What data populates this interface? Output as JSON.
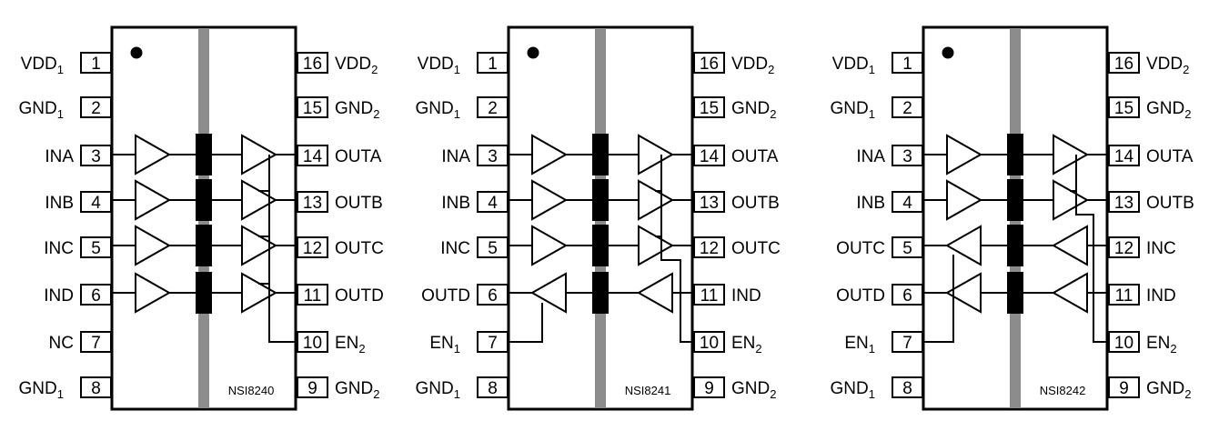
{
  "colors": {
    "isolation_barrier": "#8c8c8c",
    "line": "#000000",
    "background": "#ffffff"
  },
  "chips": [
    {
      "part": "NSI8240",
      "pins_left": [
        {
          "num": "1",
          "label": "VDD",
          "sub": "1"
        },
        {
          "num": "2",
          "label": "GND",
          "sub": "1"
        },
        {
          "num": "3",
          "label": "INA",
          "sub": ""
        },
        {
          "num": "4",
          "label": "INB",
          "sub": ""
        },
        {
          "num": "5",
          "label": "INC",
          "sub": ""
        },
        {
          "num": "6",
          "label": "IND",
          "sub": ""
        },
        {
          "num": "7",
          "label": "NC",
          "sub": ""
        },
        {
          "num": "8",
          "label": "GND",
          "sub": "1"
        }
      ],
      "pins_right": [
        {
          "num": "16",
          "label": "VDD",
          "sub": "2"
        },
        {
          "num": "15",
          "label": "GND",
          "sub": "2"
        },
        {
          "num": "14",
          "label": "OUTA",
          "sub": ""
        },
        {
          "num": "13",
          "label": "OUTB",
          "sub": ""
        },
        {
          "num": "12",
          "label": "OUTC",
          "sub": ""
        },
        {
          "num": "11",
          "label": "OUTD",
          "sub": ""
        },
        {
          "num": "10",
          "label": "EN",
          "sub": "2"
        },
        {
          "num": "9",
          "label": "GND",
          "sub": "2"
        }
      ],
      "channels": [
        "fwd",
        "fwd",
        "fwd",
        "fwd"
      ]
    },
    {
      "part": "NSI8241",
      "pins_left": [
        {
          "num": "1",
          "label": "VDD",
          "sub": "1"
        },
        {
          "num": "2",
          "label": "GND",
          "sub": "1"
        },
        {
          "num": "3",
          "label": "INA",
          "sub": ""
        },
        {
          "num": "4",
          "label": "INB",
          "sub": ""
        },
        {
          "num": "5",
          "label": "INC",
          "sub": ""
        },
        {
          "num": "6",
          "label": "OUTD",
          "sub": ""
        },
        {
          "num": "7",
          "label": "EN",
          "sub": "1"
        },
        {
          "num": "8",
          "label": "GND",
          "sub": "1"
        }
      ],
      "pins_right": [
        {
          "num": "16",
          "label": "VDD",
          "sub": "2"
        },
        {
          "num": "15",
          "label": "GND",
          "sub": "2"
        },
        {
          "num": "14",
          "label": "OUTA",
          "sub": ""
        },
        {
          "num": "13",
          "label": "OUTB",
          "sub": ""
        },
        {
          "num": "12",
          "label": "OUTC",
          "sub": ""
        },
        {
          "num": "11",
          "label": "IND",
          "sub": ""
        },
        {
          "num": "10",
          "label": "EN",
          "sub": "2"
        },
        {
          "num": "9",
          "label": "GND",
          "sub": "2"
        }
      ],
      "channels": [
        "fwd",
        "fwd",
        "fwd",
        "rev"
      ]
    },
    {
      "part": "NSI8242",
      "pins_left": [
        {
          "num": "1",
          "label": "VDD",
          "sub": "1"
        },
        {
          "num": "2",
          "label": "GND",
          "sub": "1"
        },
        {
          "num": "3",
          "label": "INA",
          "sub": ""
        },
        {
          "num": "4",
          "label": "INB",
          "sub": ""
        },
        {
          "num": "5",
          "label": "OUTC",
          "sub": ""
        },
        {
          "num": "6",
          "label": "OUTD",
          "sub": ""
        },
        {
          "num": "7",
          "label": "EN",
          "sub": "1"
        },
        {
          "num": "8",
          "label": "GND",
          "sub": "1"
        }
      ],
      "pins_right": [
        {
          "num": "16",
          "label": "VDD",
          "sub": "2"
        },
        {
          "num": "15",
          "label": "GND",
          "sub": "2"
        },
        {
          "num": "14",
          "label": "OUTA",
          "sub": ""
        },
        {
          "num": "13",
          "label": "OUTB",
          "sub": ""
        },
        {
          "num": "12",
          "label": "INC",
          "sub": ""
        },
        {
          "num": "11",
          "label": "IND",
          "sub": ""
        },
        {
          "num": "10",
          "label": "EN",
          "sub": "2"
        },
        {
          "num": "9",
          "label": "GND",
          "sub": "2"
        }
      ],
      "channels": [
        "fwd",
        "fwd",
        "rev",
        "rev"
      ]
    }
  ]
}
